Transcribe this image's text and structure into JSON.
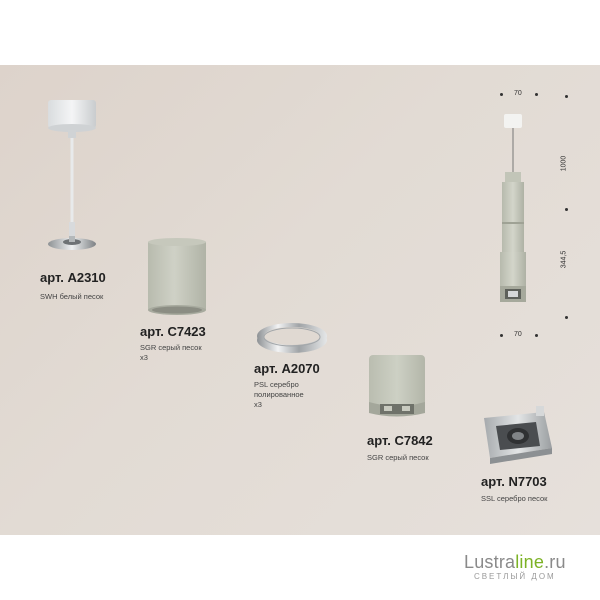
{
  "products": [
    {
      "art": "арт. A2310",
      "desc": [
        "SWH белый песок"
      ]
    },
    {
      "art": "арт. C7423",
      "desc": [
        "SGR серый песок",
        "x3"
      ]
    },
    {
      "art": "арт. A2070",
      "desc": [
        "PSL серебро",
        "полированное",
        "x3"
      ]
    },
    {
      "art": "арт. C7842",
      "desc": [
        "SGR серый песок"
      ]
    },
    {
      "art": "арт. N7703",
      "desc": [
        "SSL серебро песок"
      ]
    }
  ],
  "dimensions": {
    "top_width": "70",
    "cable_length": "1000",
    "body_length": "344,5",
    "bottom_width": "70"
  },
  "logo": {
    "brand_part1": "Lustra",
    "brand_part2": "line",
    "brand_tld": ".ru",
    "tagline": "СВЕТЛЫЙ ДОМ"
  },
  "colors": {
    "panel_background": "#e2dbd4",
    "product_sand_grey": "#c7c9bc",
    "logo_accent": "#7cb225",
    "logo_grey": "#8a8a8a"
  }
}
